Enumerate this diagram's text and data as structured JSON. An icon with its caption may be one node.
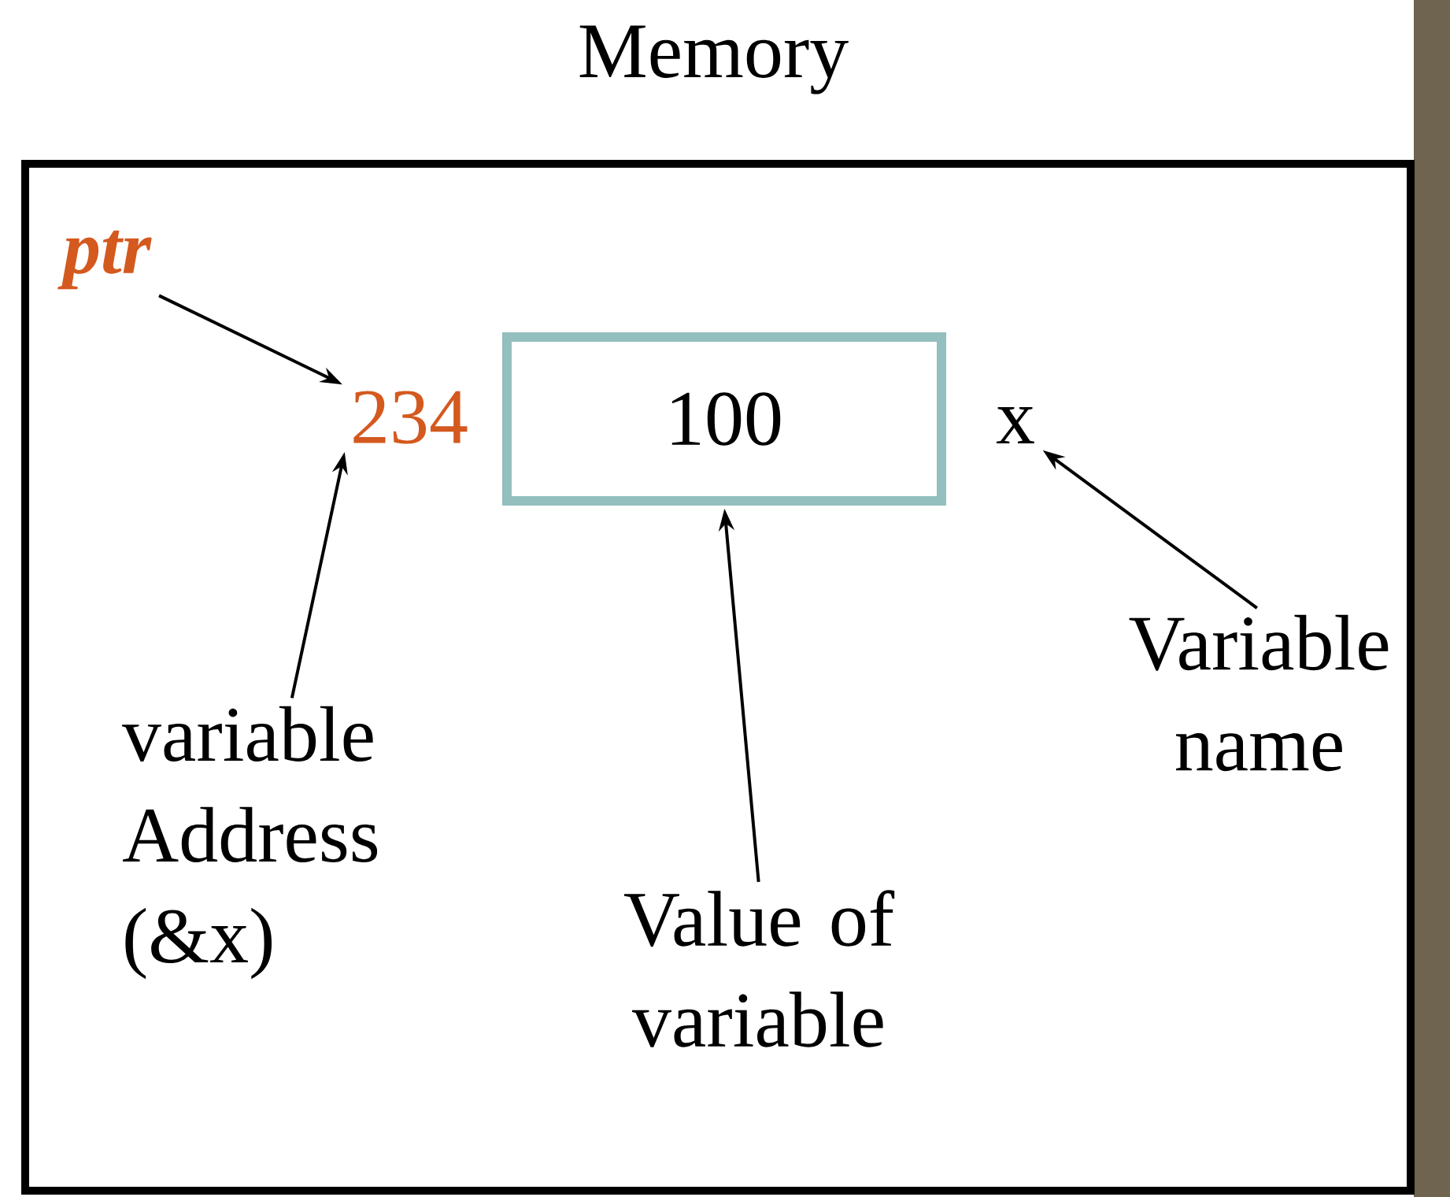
{
  "diagram": {
    "nodes": [
      {
        "text": [
          "Memory"
        ]
      },
      {
        "text": [
          "ptr"
        ],
        "in": 0
      },
      {
        "text": [
          "234"
        ],
        "in": 0
      },
      {
        "text": [
          "100"
        ],
        "in": 0
      },
      {
        "text": [
          "x"
        ],
        "in": 0
      },
      {
        "text": [
          "variable Address (&x)"
        ],
        "in": 0
      },
      {
        "text": [
          "Value of variable"
        ],
        "in": 0
      },
      {
        "text": [
          "Variable name"
        ],
        "in": 0
      }
    ],
    "edges": [
      {
        "from": 1,
        "to": 2,
        "arrow": "to"
      },
      {
        "from": 5,
        "to": 2,
        "arrow": "to"
      },
      {
        "from": 6,
        "to": 3,
        "arrow": "to"
      },
      {
        "from": 7,
        "to": 4,
        "arrow": "to"
      }
    ]
  }
}
